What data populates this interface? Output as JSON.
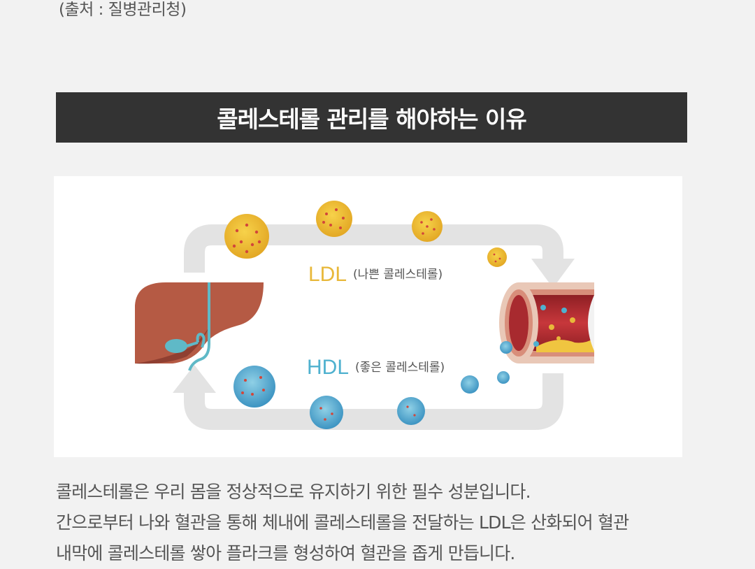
{
  "source_note": "(출처 : 질병관리청)",
  "section_title": "콜레스테롤 관리를 해야하는 이유",
  "diagram": {
    "ldl_label": "LDL",
    "ldl_desc": "(나쁜 콜레스테롤)",
    "hdl_label": "HDL",
    "hdl_desc": "(좋은 콜레스테롤)",
    "colors": {
      "ldl": "#e8b83a",
      "hdl": "#4fb1cf",
      "liver": "#b55a44",
      "arrow_gray": "#e3e3e3",
      "artery": "#b03236"
    }
  },
  "paragraph": [
    "콜레스테롤은 우리 몸을 정상적으로 유지하기 위한 필수 성분입니다.",
    "간으로부터 나와 혈관을 통해 체내에 콜레스테롤을 전달하는 LDL은 산화되어 혈관",
    "내막에 콜레스테롤 쌓아 플라크를 형성하여 혈관을 좁게 만듭니다."
  ]
}
